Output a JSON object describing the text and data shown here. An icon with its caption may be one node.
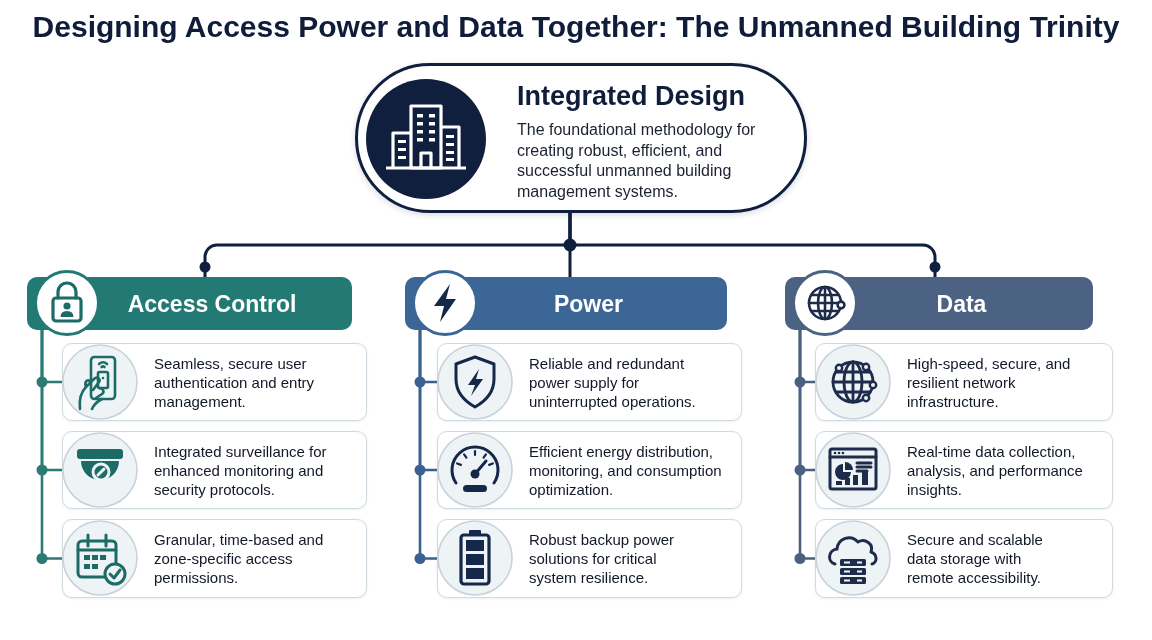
{
  "diagram": {
    "title": "Designing Access Power and Data Together: The Unmanned Building Trinity",
    "nodes": [
      {
        "text": [
          "Integrated Design",
          "The foundational methodology for creating robust, efficient, and successful unmanned building management systems."
        ]
      },
      {
        "text": [
          "Access Control"
        ]
      },
      {
        "text": [
          "Seamless, secure user authentication and entry management."
        ]
      },
      {
        "text": [
          "Integrated surveillance for enhanced monitoring and security protocols."
        ]
      },
      {
        "text": [
          "Granular, time-based and zone-specific access permissions."
        ]
      },
      {
        "text": [
          "Power"
        ]
      },
      {
        "text": [
          "Reliable and redundant power supply for uninterrupted operations."
        ]
      },
      {
        "text": [
          "Efficient energy distribution, monitoring, and consumption optimization."
        ]
      },
      {
        "text": [
          "Robust backup power solutions for critical system resilience."
        ]
      },
      {
        "text": [
          "Data"
        ]
      },
      {
        "text": [
          "High-speed, secure, and resilient network infrastructure."
        ]
      },
      {
        "text": [
          "Real-time data collection, analysis, and performance insights."
        ]
      },
      {
        "text": [
          "Secure and scalable data storage with remote accessibility."
        ]
      }
    ],
    "edges": [
      {
        "from": 0,
        "to": 1,
        "arrow": "other"
      },
      {
        "from": 0,
        "to": 5,
        "arrow": "none"
      },
      {
        "from": 0,
        "to": 9,
        "arrow": "other"
      },
      {
        "from": 1,
        "to": 2,
        "arrow": "none",
        "color": "#2b7a74"
      },
      {
        "from": 1,
        "to": 3,
        "arrow": "none",
        "color": "#2b7a74"
      },
      {
        "from": 1,
        "to": 4,
        "arrow": "none",
        "color": "#2b7a74"
      },
      {
        "from": 5,
        "to": 6,
        "arrow": "none",
        "color": "#3b6190"
      },
      {
        "from": 5,
        "to": 7,
        "arrow": "none",
        "color": "#3b6190"
      },
      {
        "from": 5,
        "to": 8,
        "arrow": "none",
        "color": "#3b6190"
      },
      {
        "from": 9,
        "to": 10,
        "arrow": "none",
        "color": "#4b6080"
      },
      {
        "from": 9,
        "to": 11,
        "arrow": "none",
        "color": "#4b6080"
      },
      {
        "from": 9,
        "to": 12,
        "arrow": "none",
        "color": "#4b6080"
      }
    ]
  }
}
